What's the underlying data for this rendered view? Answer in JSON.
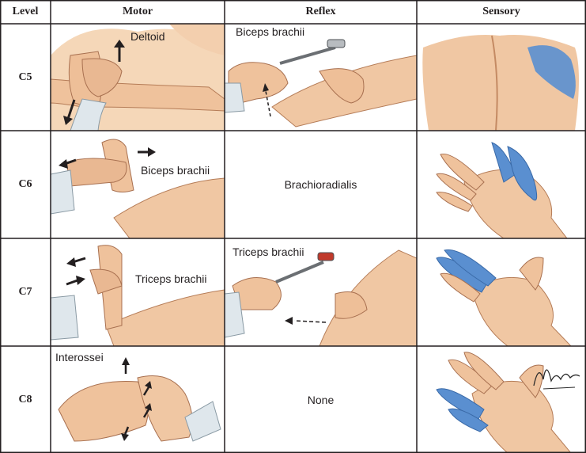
{
  "headers": {
    "level": "Level",
    "motor": "Motor",
    "reflex": "Reflex",
    "sensory": "Sensory"
  },
  "rows": [
    {
      "level": "C5",
      "motor_label": "Deltoid",
      "reflex_label": "Biceps brachii",
      "reflex_text": ""
    },
    {
      "level": "C6",
      "motor_label": "Biceps brachii",
      "reflex_label": "",
      "reflex_text": "Brachioradialis"
    },
    {
      "level": "C7",
      "motor_label": "Triceps brachii",
      "reflex_label": "Triceps brachii",
      "reflex_text": ""
    },
    {
      "level": "C8",
      "motor_label": "Interossei",
      "reflex_label": "",
      "reflex_text": "None"
    }
  ],
  "signature": "F. Netter M.D.",
  "colors": {
    "skin": "#f0c7a3",
    "skin_shadow": "#d9a37e",
    "dermatome": "#5a8fd0",
    "border": "#231f20",
    "cuff": "#dfe7ec"
  }
}
